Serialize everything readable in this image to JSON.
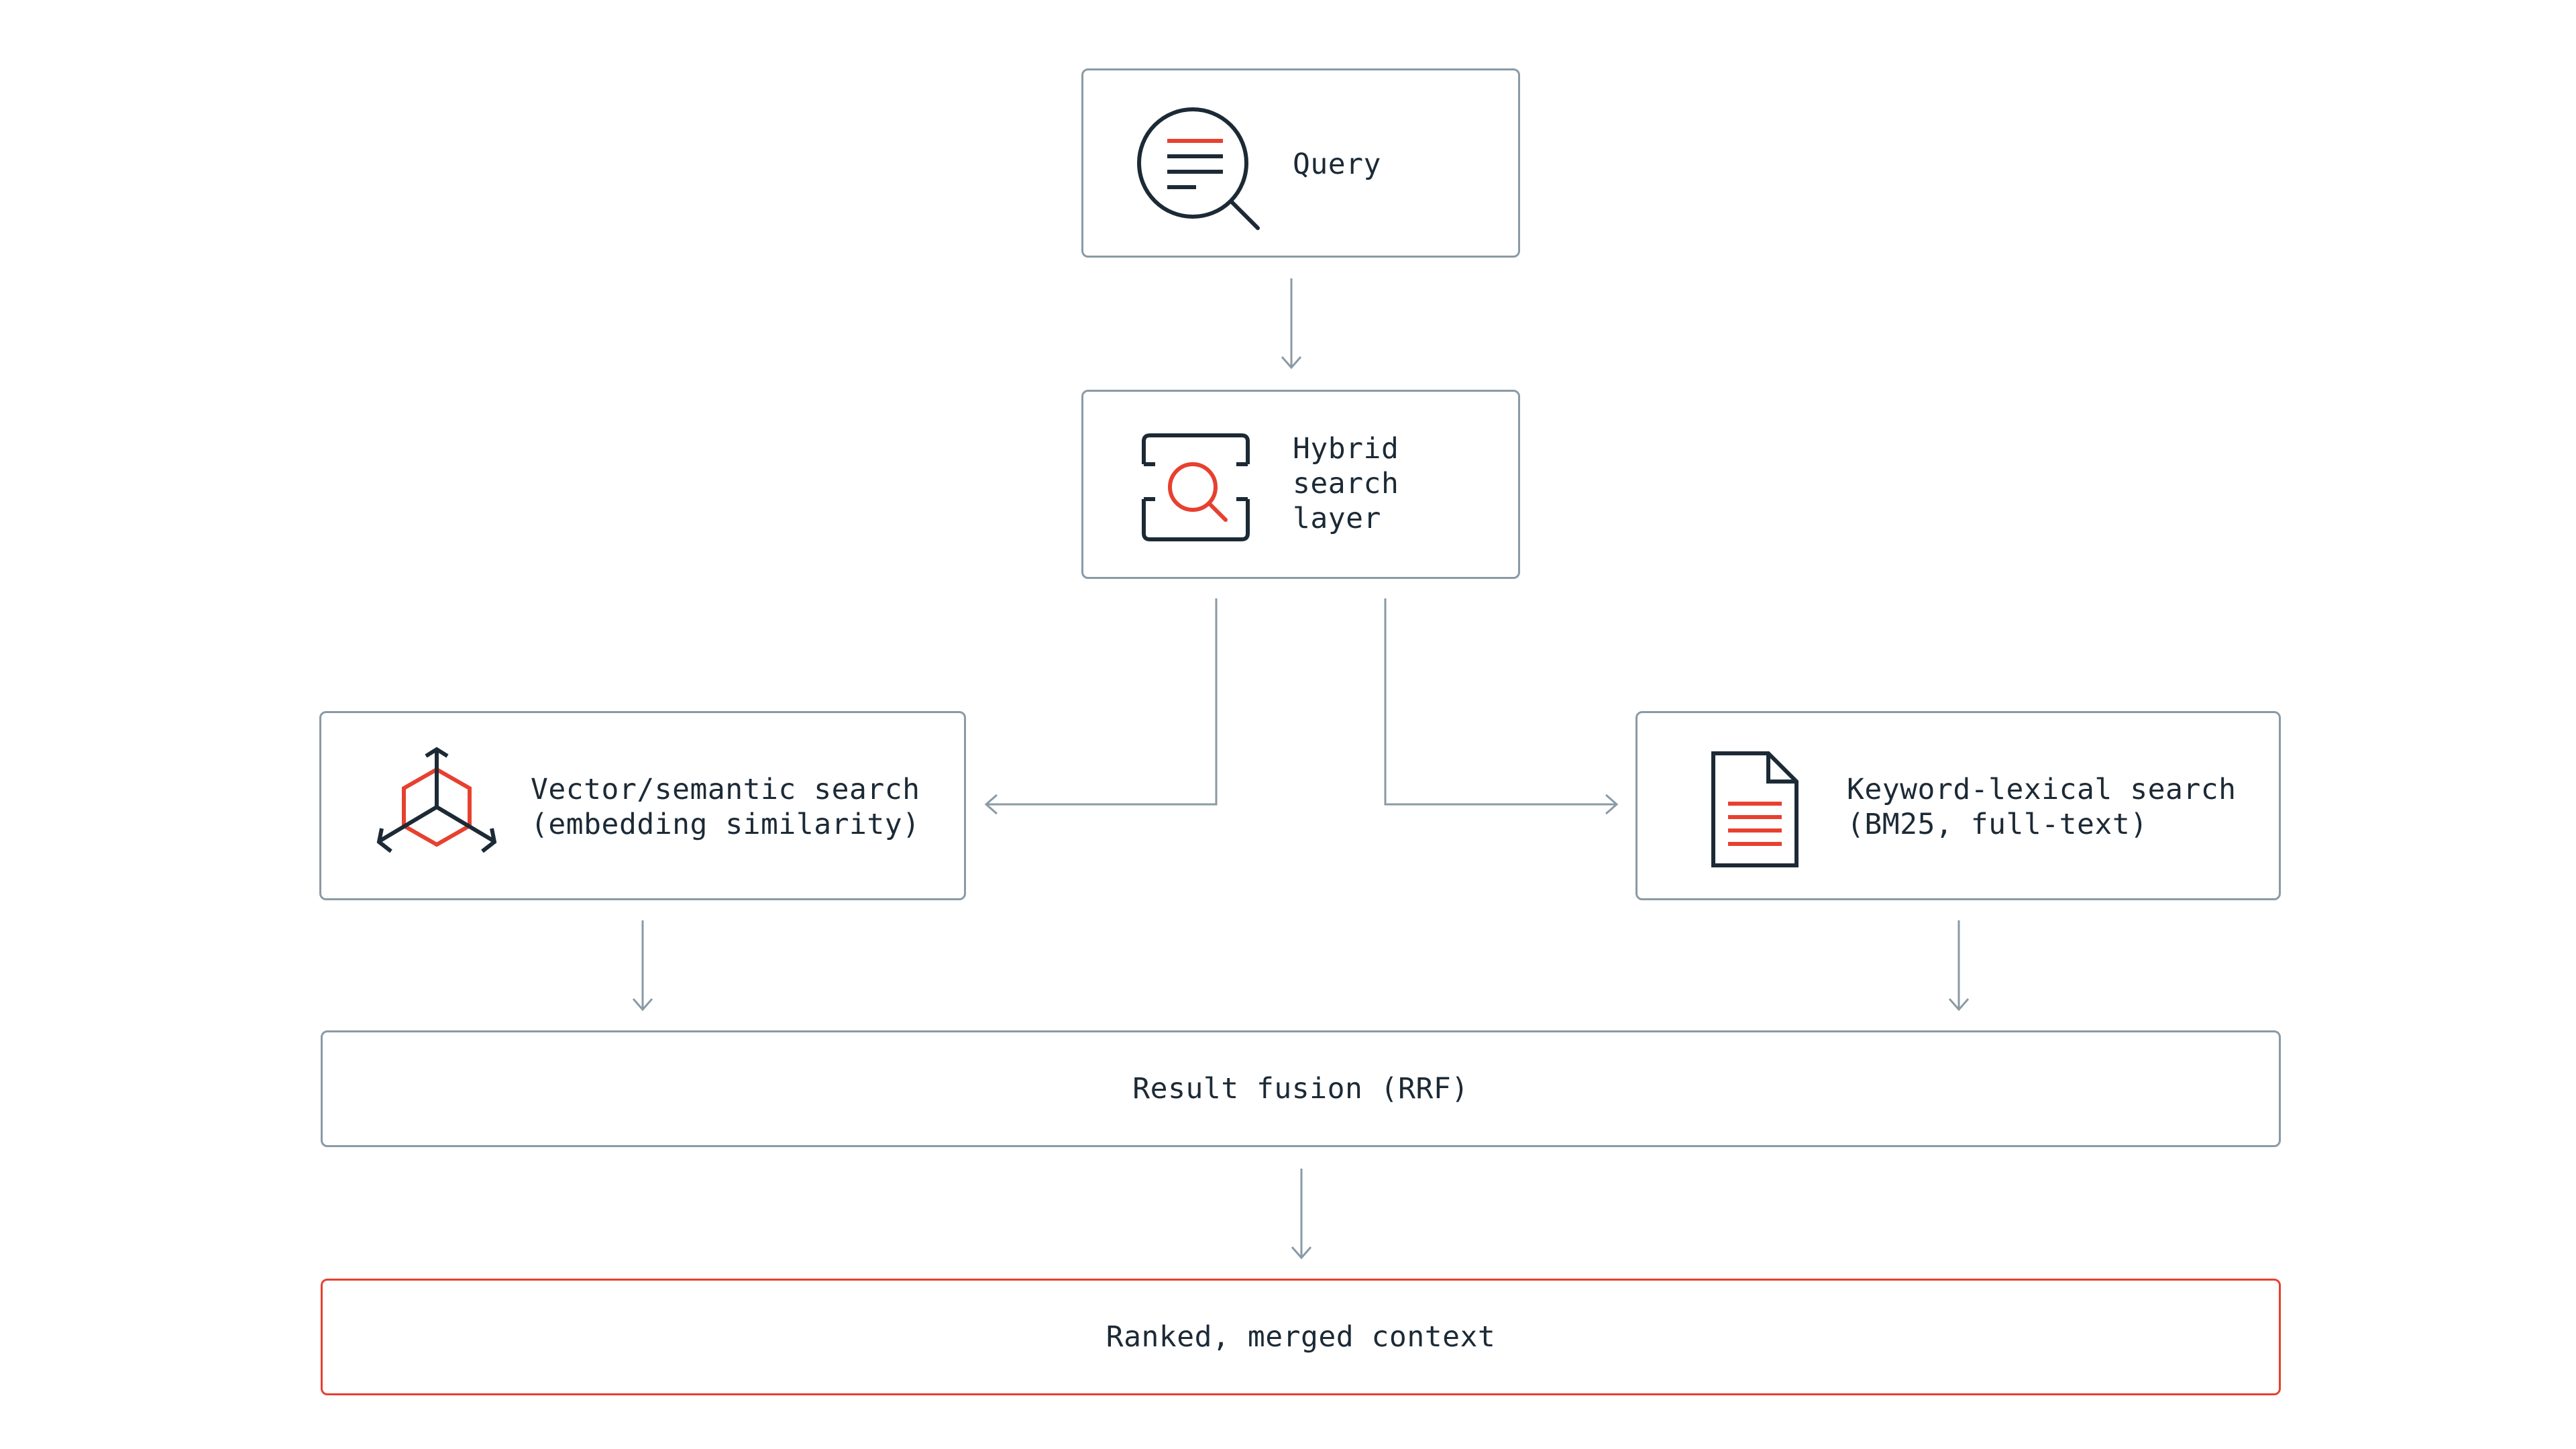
{
  "nodes": {
    "query": {
      "label": "Query",
      "icon": "search-document-icon"
    },
    "hybrid": {
      "label": "Hybrid\nsearch\nlayer",
      "icon": "scan-search-icon"
    },
    "vector": {
      "label": "Vector/semantic search\n(embedding similarity)",
      "icon": "cube-vector-icon"
    },
    "keyword": {
      "label": "Keyword-lexical search\n(BM25, full-text)",
      "icon": "text-file-icon"
    },
    "fusion": {
      "label": "Result fusion (RRF)"
    },
    "result": {
      "label": "Ranked, merged context"
    }
  },
  "colors": {
    "accent": "#e8402f",
    "ink": "#1c2a36",
    "border": "#8a9aa5",
    "connector": "#8a9aa5"
  }
}
